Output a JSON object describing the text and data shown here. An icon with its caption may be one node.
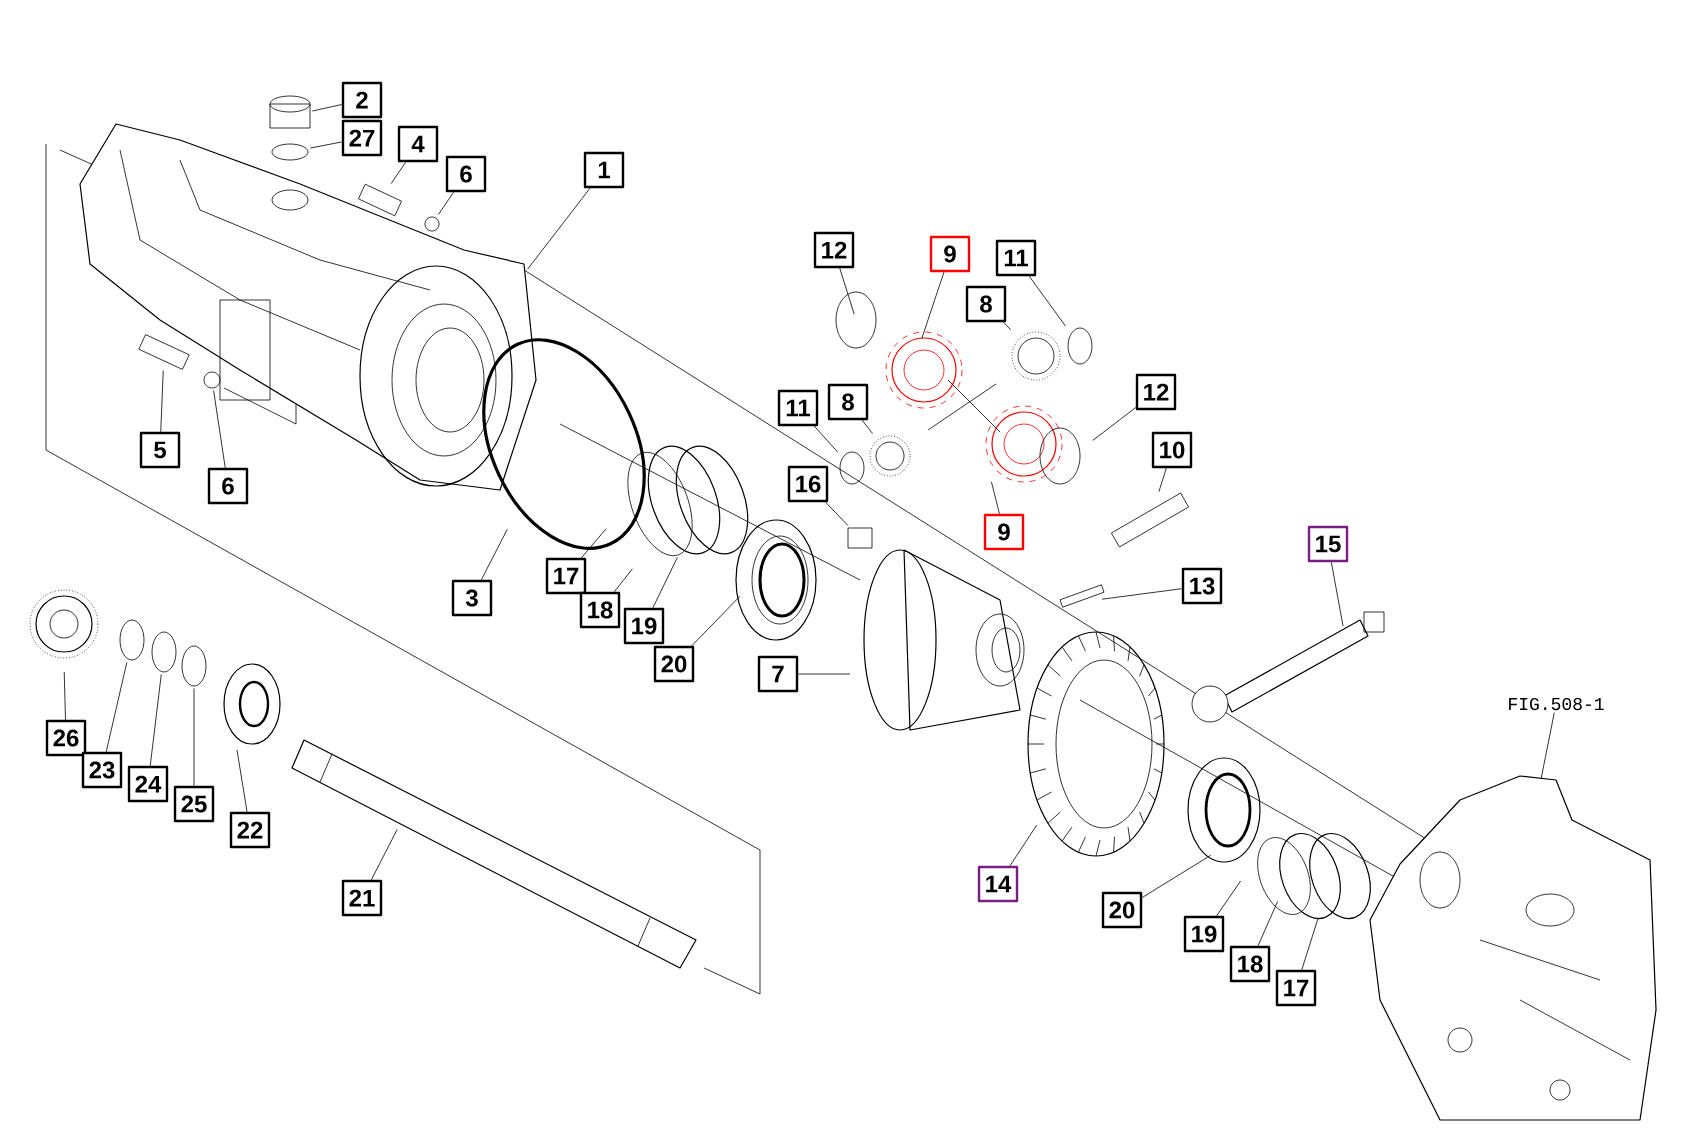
{
  "diagram": {
    "nodes": [
      {
        "text": [
          "2"
        ]
      },
      {
        "text": [
          "27"
        ]
      },
      {
        "text": [
          "4"
        ]
      },
      {
        "text": [
          "6"
        ]
      },
      {
        "text": [
          "1"
        ]
      },
      {
        "text": [
          "12"
        ]
      },
      {
        "text": [
          "9"
        ]
      },
      {
        "text": [
          "11"
        ]
      },
      {
        "text": [
          "8"
        ]
      },
      {
        "text": [
          "11"
        ]
      },
      {
        "text": [
          "8"
        ]
      },
      {
        "text": [
          "12"
        ]
      },
      {
        "text": [
          "10"
        ]
      },
      {
        "text": [
          "16"
        ]
      },
      {
        "text": [
          "5"
        ]
      },
      {
        "text": [
          "6"
        ]
      },
      {
        "text": [
          "3"
        ]
      },
      {
        "text": [
          "17"
        ]
      },
      {
        "text": [
          "18"
        ]
      },
      {
        "text": [
          "19"
        ]
      },
      {
        "text": [
          "20"
        ]
      },
      {
        "text": [
          "9"
        ]
      },
      {
        "text": [
          "15"
        ]
      },
      {
        "text": [
          "13"
        ]
      },
      {
        "text": [
          "7"
        ]
      },
      {
        "text": [
          "26"
        ]
      },
      {
        "text": [
          "23"
        ]
      },
      {
        "text": [
          "24"
        ]
      },
      {
        "text": [
          "25"
        ]
      },
      {
        "text": [
          "22"
        ]
      },
      {
        "text": [
          "21"
        ]
      },
      {
        "text": [
          "14"
        ]
      },
      {
        "text": [
          "20"
        ]
      },
      {
        "text": [
          "19"
        ]
      },
      {
        "text": [
          "18"
        ]
      },
      {
        "text": [
          "17"
        ]
      },
      {
        "text": [
          "FIG.508-1"
        ]
      },
      {
        "text": [],
        "shape": "cylinder"
      },
      {
        "text": [],
        "shape": "circle"
      },
      {
        "text": [],
        "shape": "picture"
      },
      {
        "text": [],
        "shape": "circle"
      },
      {
        "text": [],
        "shape": "circle"
      },
      {
        "text": [],
        "shape": "picture"
      },
      {
        "text": [],
        "shape": "picture"
      },
      {
        "text": [],
        "shape": "circle"
      },
      {
        "text": [],
        "shape": "box"
      },
      {
        "text": [],
        "shape": "picture"
      },
      {
        "text": [],
        "shape": "circle"
      },
      {
        "text": [],
        "shape": "picture"
      },
      {
        "text": [],
        "shape": "circle"
      },
      {
        "text": [],
        "shape": "circle"
      },
      {
        "text": [],
        "shape": "circle"
      }
    ],
    "edges": [
      {
        "from": 0,
        "to": 37,
        "arrow": "none"
      },
      {
        "from": 1,
        "to": 38,
        "arrow": "none"
      },
      {
        "from": 2,
        "to": 39,
        "arrow": "none"
      },
      {
        "from": 3,
        "to": 40,
        "arrow": "none"
      },
      {
        "from": 4,
        "to": null,
        "arrow": "none"
      },
      {
        "from": 5,
        "to": null,
        "arrow": "none"
      },
      {
        "from": 6,
        "to": null,
        "arrow": "none"
      },
      {
        "from": 7,
        "to": 41,
        "arrow": "none"
      },
      {
        "from": 8,
        "to": 42,
        "arrow": "none"
      },
      {
        "from": 9,
        "to": 44,
        "arrow": "none"
      },
      {
        "from": 10,
        "to": 43,
        "arrow": "none"
      },
      {
        "from": 11,
        "to": null,
        "arrow": "none"
      },
      {
        "from": 12,
        "to": 48,
        "arrow": "none"
      },
      {
        "from": 13,
        "to": 45,
        "arrow": "none"
      },
      {
        "from": 14,
        "to": 46,
        "arrow": "none"
      },
      {
        "from": 15,
        "to": 47,
        "arrow": "none"
      },
      {
        "from": 16,
        "to": null,
        "arrow": "none"
      },
      {
        "from": 17,
        "to": null,
        "arrow": "none"
      },
      {
        "from": 18,
        "to": null,
        "arrow": "none"
      },
      {
        "from": 19,
        "to": null,
        "arrow": "none"
      },
      {
        "from": 20,
        "to": null,
        "arrow": "none"
      },
      {
        "from": 21,
        "to": null,
        "arrow": "none"
      },
      {
        "from": 22,
        "to": null,
        "arrow": "none"
      },
      {
        "from": 23,
        "to": null,
        "arrow": "none"
      },
      {
        "from": 24,
        "to": null,
        "arrow": "none"
      },
      {
        "from": 25,
        "to": null,
        "arrow": "none"
      },
      {
        "from": 26,
        "to": 49,
        "arrow": "none"
      },
      {
        "from": 27,
        "to": 50,
        "arrow": "none"
      },
      {
        "from": 28,
        "to": 51,
        "arrow": "none"
      },
      {
        "from": 29,
        "to": null,
        "arrow": "none"
      },
      {
        "from": 30,
        "to": null,
        "arrow": "none"
      },
      {
        "from": 31,
        "to": null,
        "arrow": "none"
      },
      {
        "from": 32,
        "to": null,
        "arrow": "none"
      },
      {
        "from": 33,
        "to": null,
        "arrow": "none"
      },
      {
        "from": 34,
        "to": null,
        "arrow": "none"
      },
      {
        "from": 35,
        "to": null,
        "arrow": "none"
      },
      {
        "from": 36,
        "to": null,
        "arrow": "none"
      }
    ]
  }
}
